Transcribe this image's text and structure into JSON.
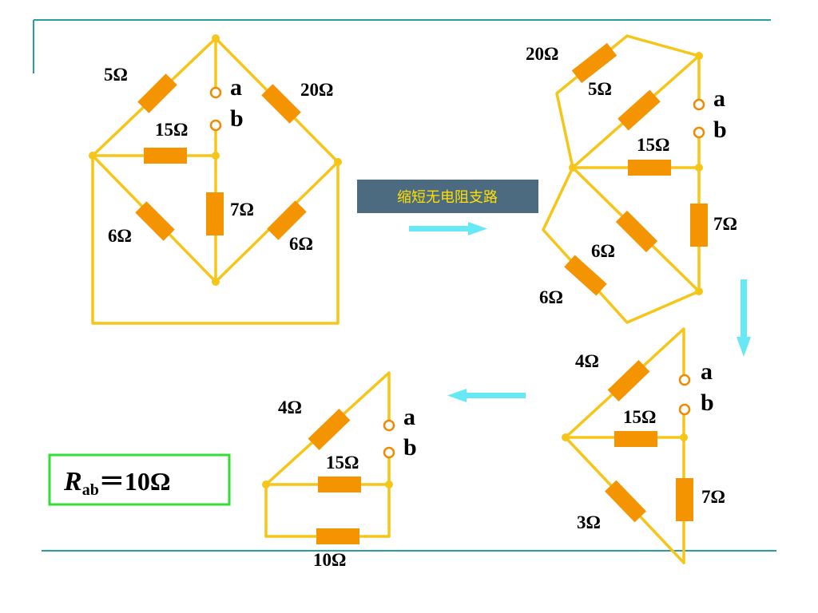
{
  "caption": "缩短无电阻支路",
  "labels": {
    "r5": "5Ω",
    "r20": "20Ω",
    "r15": "15Ω",
    "r7": "7Ω",
    "r6": "6Ω",
    "r4": "4Ω",
    "r3": "3Ω",
    "r10": "10Ω"
  },
  "terminals": {
    "a": "a",
    "b": "b"
  },
  "result": {
    "symbol": "R",
    "subscript": "ab",
    "equals": "＝10Ω"
  },
  "colors": {
    "wire": "#f5c518",
    "resistor": "#f39400",
    "arrow": "#66e8f5",
    "caption_bg": "#4d6b80",
    "result_border": "#33dd33",
    "frame": "#2a9d9d"
  }
}
